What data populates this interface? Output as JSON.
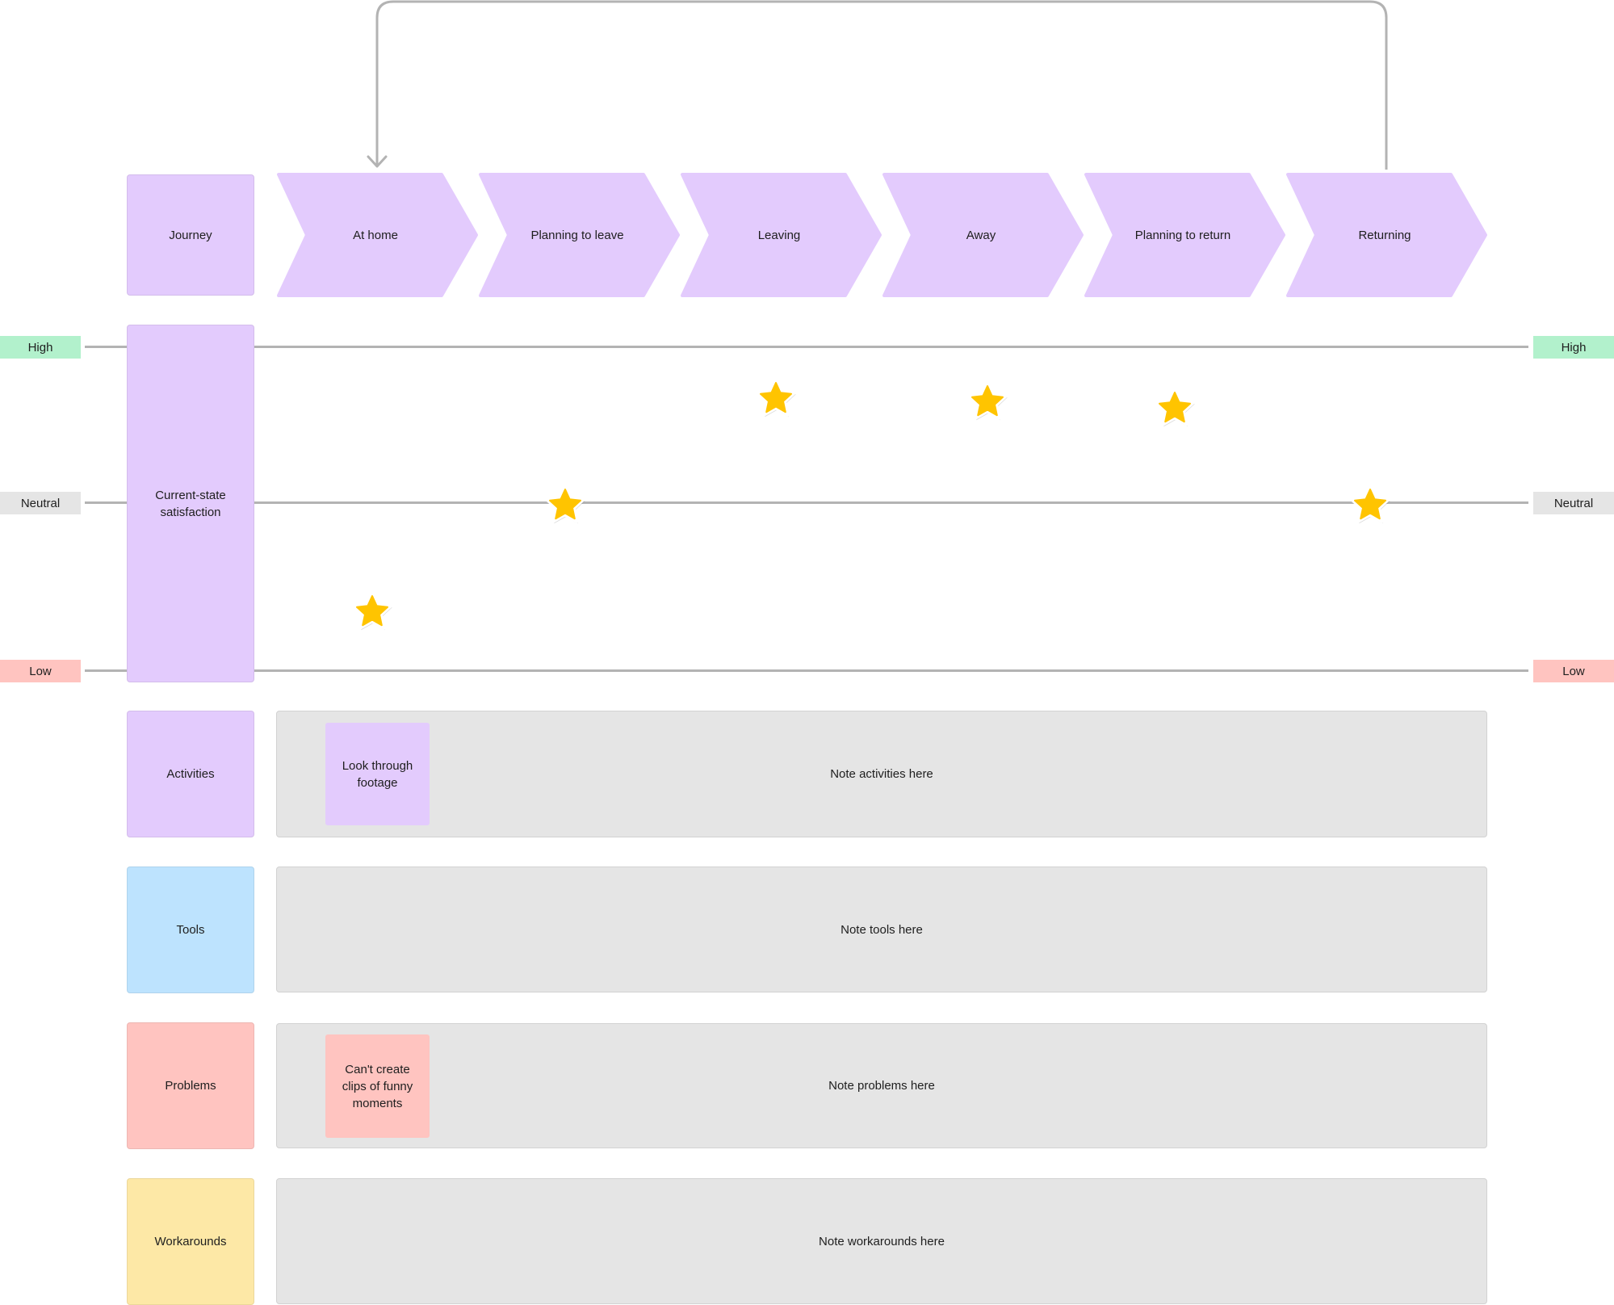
{
  "colors": {
    "purple": "#e3cbfd",
    "blue": "#bde3fe",
    "red": "#ffc4c0",
    "yellow": "#fde8a6",
    "green": "#b2f1cc",
    "gray_lane": "#e5e5e5",
    "gray_tag": "#e5e5e5",
    "line": "#b3b3b3",
    "star": "#ffc400"
  },
  "journey": {
    "label": "Journey",
    "steps": [
      "At home",
      "Planning to leave",
      "Leaving",
      "Away",
      "Planning to return",
      "Returning"
    ],
    "loop_arrow": {
      "from": "Returning",
      "to": "At home"
    }
  },
  "satisfaction": {
    "label": "Current-state satisfaction",
    "levels": {
      "high": "High",
      "neutral": "Neutral",
      "low": "Low"
    },
    "ratings": [
      {
        "step": "At home",
        "value": 0.18,
        "icon": "star-icon"
      },
      {
        "step": "Planning to leave",
        "value": 0.51,
        "icon": "star-icon"
      },
      {
        "step": "Leaving",
        "value": 0.84,
        "icon": "star-icon"
      },
      {
        "step": "Away",
        "value": 0.83,
        "icon": "star-icon"
      },
      {
        "step": "Planning to return",
        "value": 0.81,
        "icon": "star-icon"
      },
      {
        "step": "Returning",
        "value": 0.51,
        "icon": "star-icon"
      }
    ]
  },
  "lanes": {
    "activities": {
      "label": "Activities",
      "placeholder": "Note activities here",
      "notes": [
        {
          "text": "Look through footage",
          "step": "At home"
        }
      ]
    },
    "tools": {
      "label": "Tools",
      "placeholder": "Note tools here",
      "notes": []
    },
    "problems": {
      "label": "Problems",
      "placeholder": "Note problems here",
      "notes": [
        {
          "text": "Can't create clips of funny moments",
          "step": "At home"
        }
      ]
    },
    "workarounds": {
      "label": "Workarounds",
      "placeholder": "Note workarounds here",
      "notes": []
    }
  }
}
